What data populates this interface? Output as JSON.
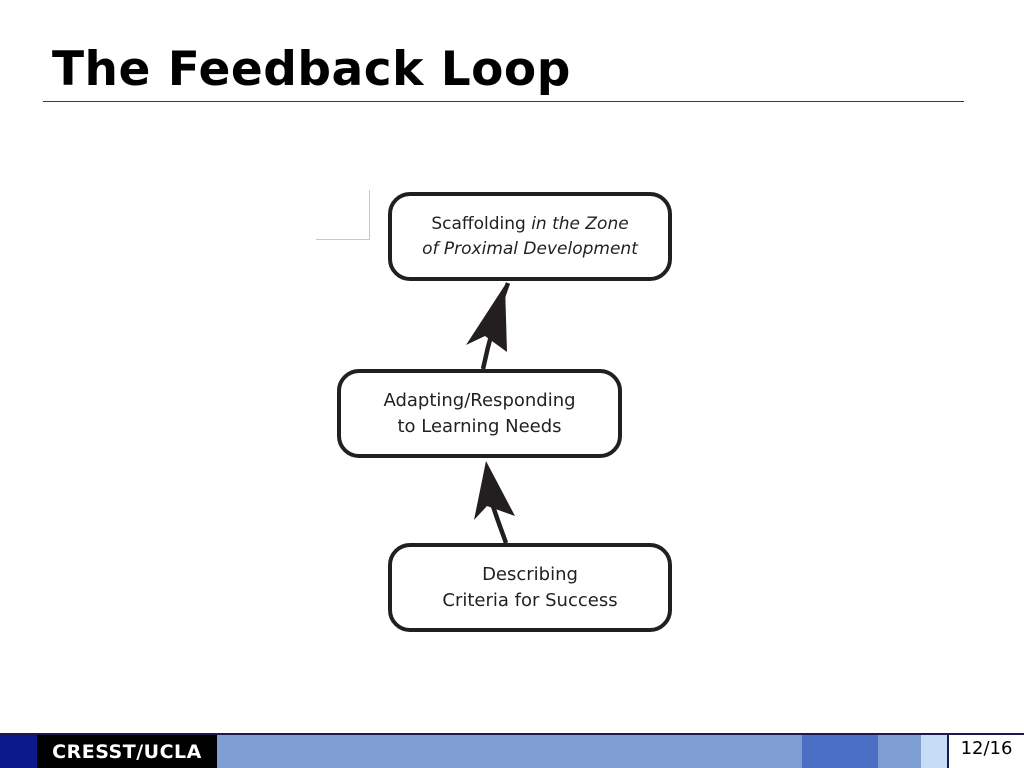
{
  "slide": {
    "title": "The Feedback Loop"
  },
  "diagram": {
    "nodes": [
      {
        "id": "top",
        "line1_plain": "Scaffolding",
        "line1_italic": " in the Zone",
        "line2_italic": "of Proximal Development"
      },
      {
        "id": "mid",
        "line1": "Adapting/Responding",
        "line2": "to Learning Needs"
      },
      {
        "id": "bot",
        "line1": "Describing",
        "line2": "Criteria for Success"
      }
    ],
    "colors": {
      "stroke": "#231f20",
      "title_rule": "#7a1f2b"
    }
  },
  "footer": {
    "organization": "CRESST/UCLA",
    "page": "12/16",
    "colors": {
      "dark_blue": "#0a1a8c",
      "black": "#000000",
      "light_blue": "#7f9fd3",
      "mid_blue": "#4b6fc4",
      "pale_blue": "#c4dcf6"
    }
  }
}
